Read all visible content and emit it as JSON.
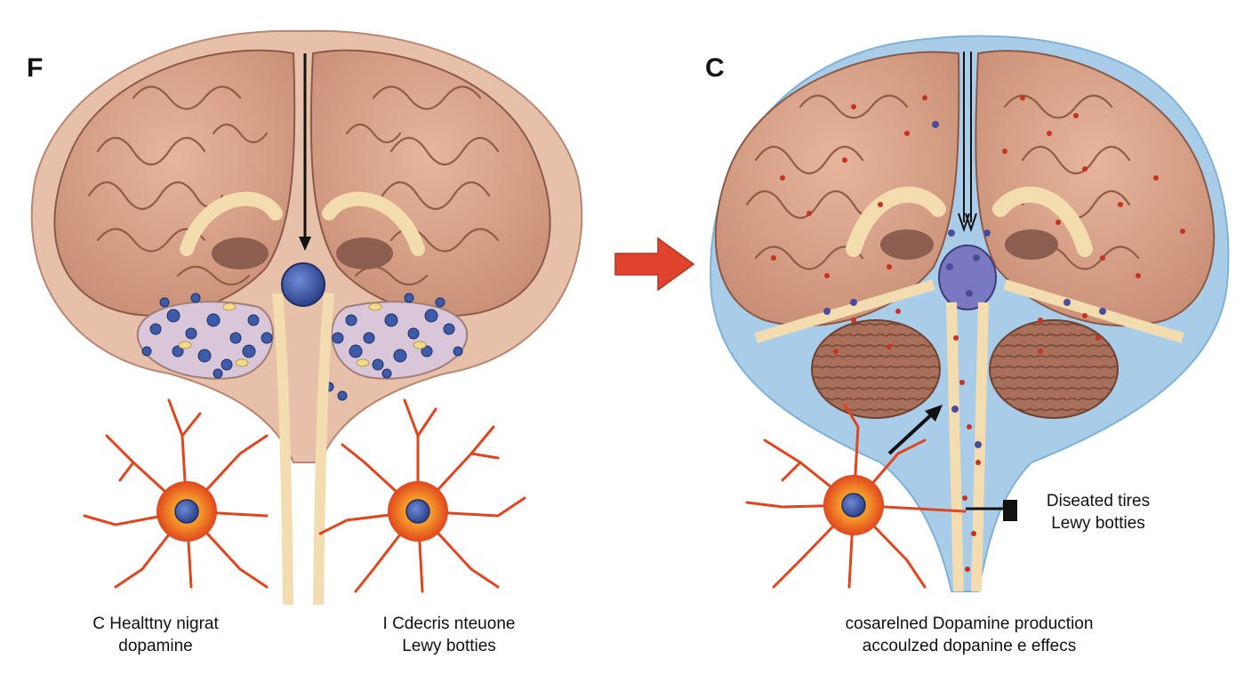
{
  "panels": {
    "left": {
      "label": "F",
      "caption_left": [
        "C Healttny nigrat",
        "dopamine"
      ],
      "caption_right": [
        "I Cdecris nteuone",
        "Lewy botties"
      ]
    },
    "right": {
      "label": "C",
      "side_label": [
        "Diseated tires",
        "Lewy botties"
      ],
      "caption": [
        "cosarelned Dopamine production",
        "accoulzed dopanine e effecs"
      ]
    }
  },
  "colors": {
    "brain": "#d9a58c",
    "brain_outline": "#8a5a48",
    "tissue": "#ecc8b4",
    "fiber": "#f2dcb0",
    "dopamine_blue": "#3d5ba8",
    "lewy_red": "#c8321e",
    "diseased_bg": "#a9cde8",
    "arrow_red": "#e0442e",
    "neuron_orange": "#e8652a"
  }
}
